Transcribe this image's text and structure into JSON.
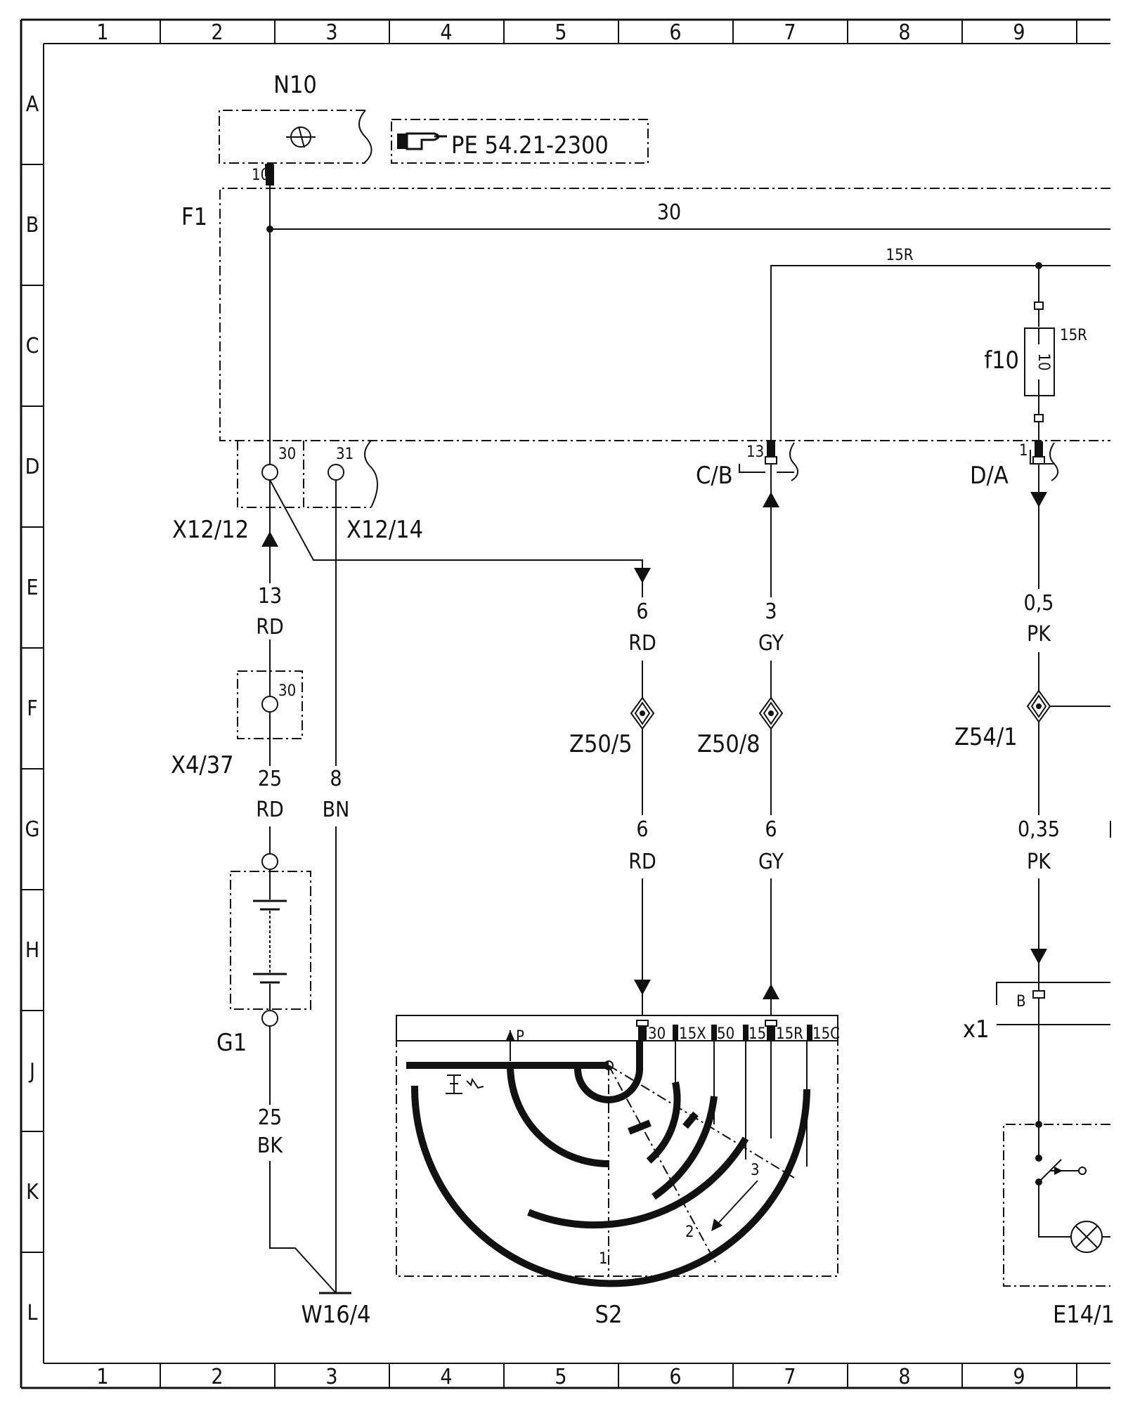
{
  "grid": {
    "columns": [
      "1",
      "2",
      "3",
      "4",
      "5",
      "6",
      "7",
      "8",
      "9"
    ],
    "rows": [
      "A",
      "B",
      "C",
      "D",
      "E",
      "F",
      "G",
      "H",
      "J",
      "K",
      "L"
    ]
  },
  "components": {
    "n10": "N10",
    "f1": "F1",
    "f10": "f10",
    "f10_value": "10",
    "f10_tag": "15R",
    "g1": "G1",
    "s2": "S2",
    "e14_1": "E14/1",
    "w16_4": "W16/4"
  },
  "reference": {
    "text": "PE 54.21-2300"
  },
  "connectors": {
    "x12_12": "X12/12",
    "x12_14": "X12/14",
    "x4_37": "X4/37",
    "cb": "C/B",
    "da": "D/A",
    "x1": "x1",
    "z50_5": "Z50/5",
    "z50_8": "Z50/8",
    "z54_1": "Z54/1"
  },
  "pins": {
    "n10_pin": "10",
    "x12_30": "30",
    "x12_31": "31",
    "x4_30": "30",
    "cb_13": "13",
    "da_1": "1",
    "x1_b": "B"
  },
  "lines": {
    "bus30": "30",
    "bus15r": "15R"
  },
  "wires": {
    "w13": {
      "size": "13",
      "color": "RD"
    },
    "w25rd": {
      "size": "25",
      "color": "RD"
    },
    "w25bk": {
      "size": "25",
      "color": "BK"
    },
    "w8": {
      "size": "8",
      "color": "BN"
    },
    "w6rd_top": {
      "size": "6",
      "color": "RD"
    },
    "w6rd_bot": {
      "size": "6",
      "color": "RD"
    },
    "w3gy": {
      "size": "3",
      "color": "GY"
    },
    "w6gy": {
      "size": "6",
      "color": "GY"
    },
    "w05pk": {
      "size": "0,5",
      "color": "PK"
    },
    "w035pk": {
      "size": "0,35",
      "color": "PK"
    }
  },
  "switch_s2": {
    "terminals": [
      "30",
      "15X",
      "50",
      "15",
      "15R",
      "15C"
    ],
    "p_label": "P",
    "positions": [
      "1",
      "2",
      "3"
    ]
  }
}
